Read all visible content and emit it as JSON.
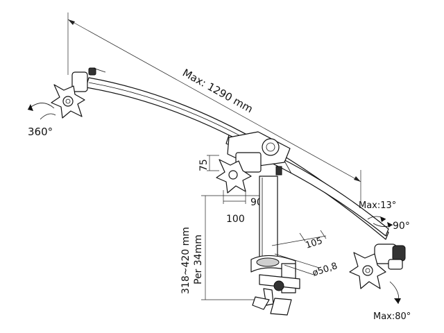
{
  "dimensions": {
    "max_length": "Max: 1290 mm",
    "height_range": "318~420 mm",
    "pole": "Per 34mm",
    "vesa_h": "75",
    "vesa_w": "100",
    "reach": "105",
    "diameter": "ø50,8"
  },
  "rotations": {
    "rotate": "360°",
    "swivel_center": "90°",
    "swivel_right": "90°",
    "tilt_up": "Max:13°",
    "tilt_down": "Max:80°"
  }
}
